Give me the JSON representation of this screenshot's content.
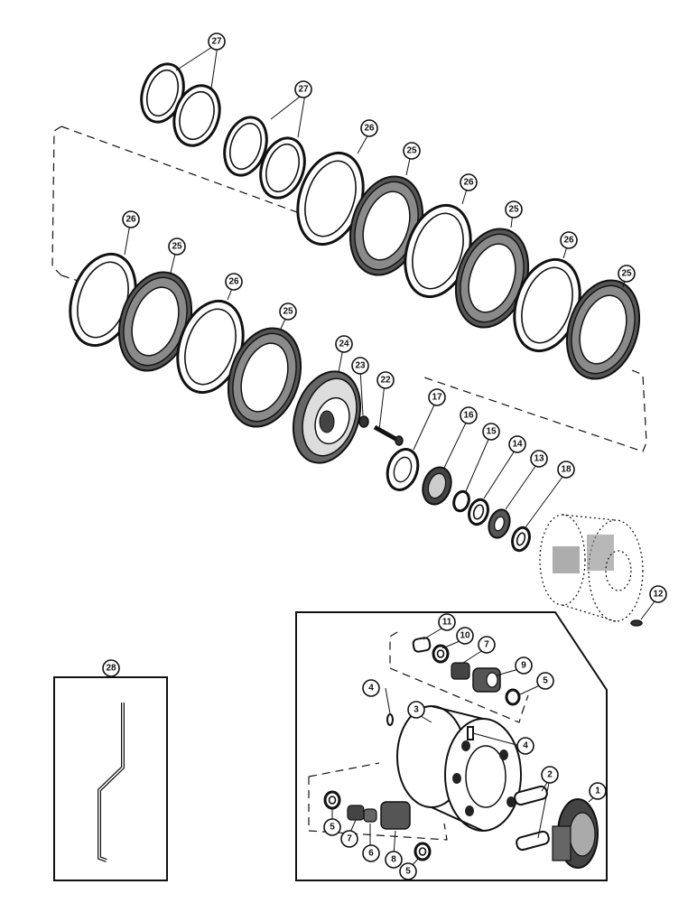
{
  "callouts": [
    "1",
    "2",
    "3",
    "4",
    "5",
    "6",
    "7",
    "8",
    "9",
    "10",
    "11",
    "12",
    "13",
    "14",
    "15",
    "16",
    "17",
    "18",
    "22",
    "23",
    "24",
    "25",
    "26",
    "27",
    "28"
  ]
}
